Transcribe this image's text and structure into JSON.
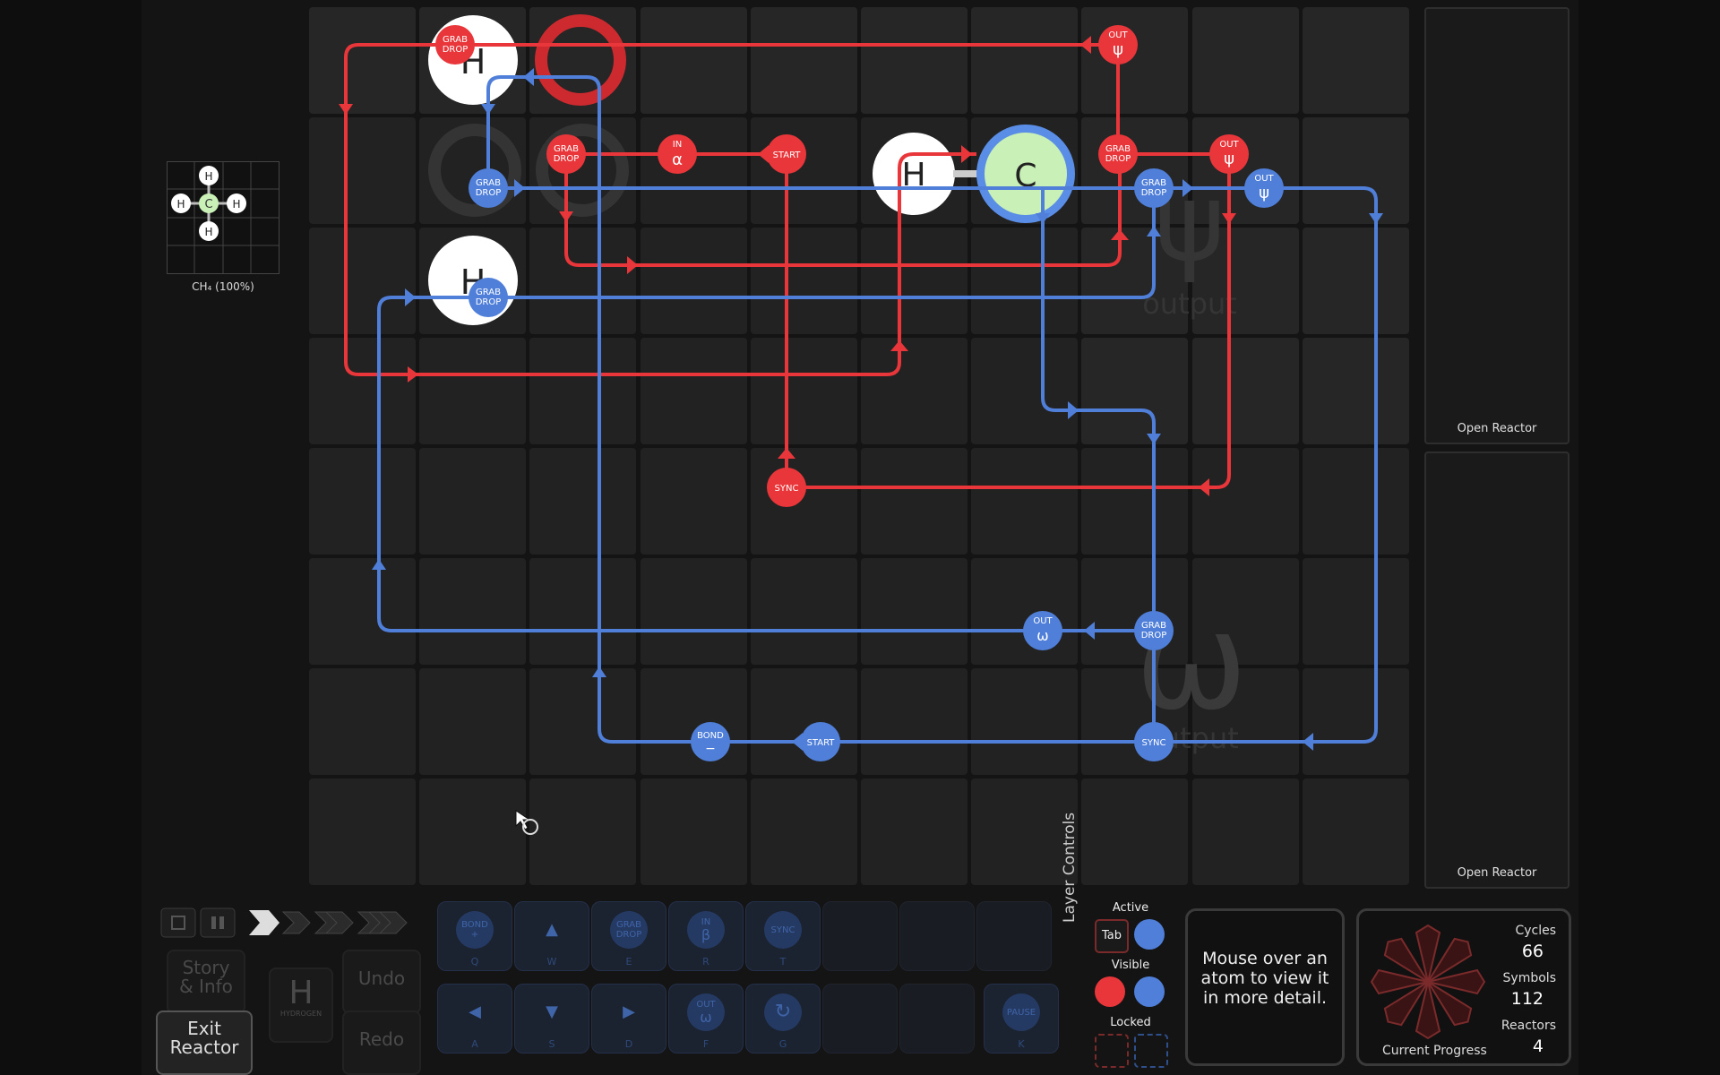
{
  "target": {
    "label": "CH₄ (100%)",
    "atoms": {
      "center": "C",
      "top": "H",
      "bottom": "H",
      "left": "H",
      "right": "H"
    }
  },
  "reactor_panels": [
    {
      "label": "Open Reactor"
    },
    {
      "label": "Open Reactor"
    }
  ],
  "board": {
    "atoms": [
      {
        "symbol": "H"
      },
      {
        "symbol": "H"
      },
      {
        "symbol": "H"
      },
      {
        "symbol": "C"
      }
    ],
    "output_labels": [
      {
        "text": "output"
      },
      {
        "text": "output"
      }
    ],
    "red_instructions": [
      {
        "line1": "GRAB",
        "line2": "DROP"
      },
      {
        "line1": "OUT",
        "line2": "ψ"
      },
      {
        "line1": "GRAB",
        "line2": "DROP"
      },
      {
        "line1": "IN",
        "line2": "α"
      },
      {
        "line1": "START",
        "line2": ""
      },
      {
        "line1": "GRAB",
        "line2": "DROP"
      },
      {
        "line1": "OUT",
        "line2": "ψ"
      },
      {
        "line1": "SYNC",
        "line2": ""
      }
    ],
    "blue_instructions": [
      {
        "line1": "GRAB",
        "line2": "DROP"
      },
      {
        "line1": "GRAB",
        "line2": "DROP"
      },
      {
        "line1": "GRAB",
        "line2": "DROP"
      },
      {
        "line1": "OUT",
        "line2": "ψ"
      },
      {
        "line1": "OUT",
        "line2": "ω"
      },
      {
        "line1": "GRAB",
        "line2": "DROP"
      },
      {
        "line1": "BOND",
        "line2": "−"
      },
      {
        "line1": "START",
        "line2": ""
      },
      {
        "line1": "SYNC",
        "line2": ""
      }
    ],
    "colors": {
      "red": "#e8363a",
      "blue": "#4f7fd9",
      "carbon": "#c9f0b6",
      "hydrogen": "#ffffff"
    }
  },
  "controls": {
    "story": "Story\n& Info",
    "undo": "Undo",
    "redo": "Redo",
    "exit": "Exit\nReactor",
    "element_symbol": "H",
    "element_name": "HYDROGEN"
  },
  "toolbar": {
    "row1": [
      {
        "label1": "BOND",
        "label2": "+",
        "key": "Q"
      },
      {
        "label1": "▲",
        "label2": "",
        "key": "W"
      },
      {
        "label1": "GRAB",
        "label2": "DROP",
        "key": "E"
      },
      {
        "label1": "IN",
        "label2": "β",
        "key": "R"
      },
      {
        "label1": "SYNC",
        "label2": "",
        "key": "T"
      }
    ],
    "row2": [
      {
        "label1": "◀",
        "label2": "",
        "key": "A"
      },
      {
        "label1": "▼",
        "label2": "",
        "key": "S"
      },
      {
        "label1": "▶",
        "label2": "",
        "key": "D"
      },
      {
        "label1": "OUT",
        "label2": "ω",
        "key": "F"
      },
      {
        "label1": "↻",
        "label2": "",
        "key": "G"
      },
      {
        "label1": "PAUSE",
        "label2": "",
        "key": "K"
      }
    ]
  },
  "layer_controls": {
    "title": "Layer Controls",
    "active": "Active",
    "tab": "Tab",
    "visible": "Visible",
    "locked": "Locked"
  },
  "info": {
    "text": "Mouse over an atom to view it in more detail."
  },
  "progress": {
    "label": "Current Progress",
    "cycles_label": "Cycles",
    "cycles": "66",
    "symbols_label": "Symbols",
    "symbols": "112",
    "reactors_label": "Reactors",
    "reactors": "4"
  }
}
